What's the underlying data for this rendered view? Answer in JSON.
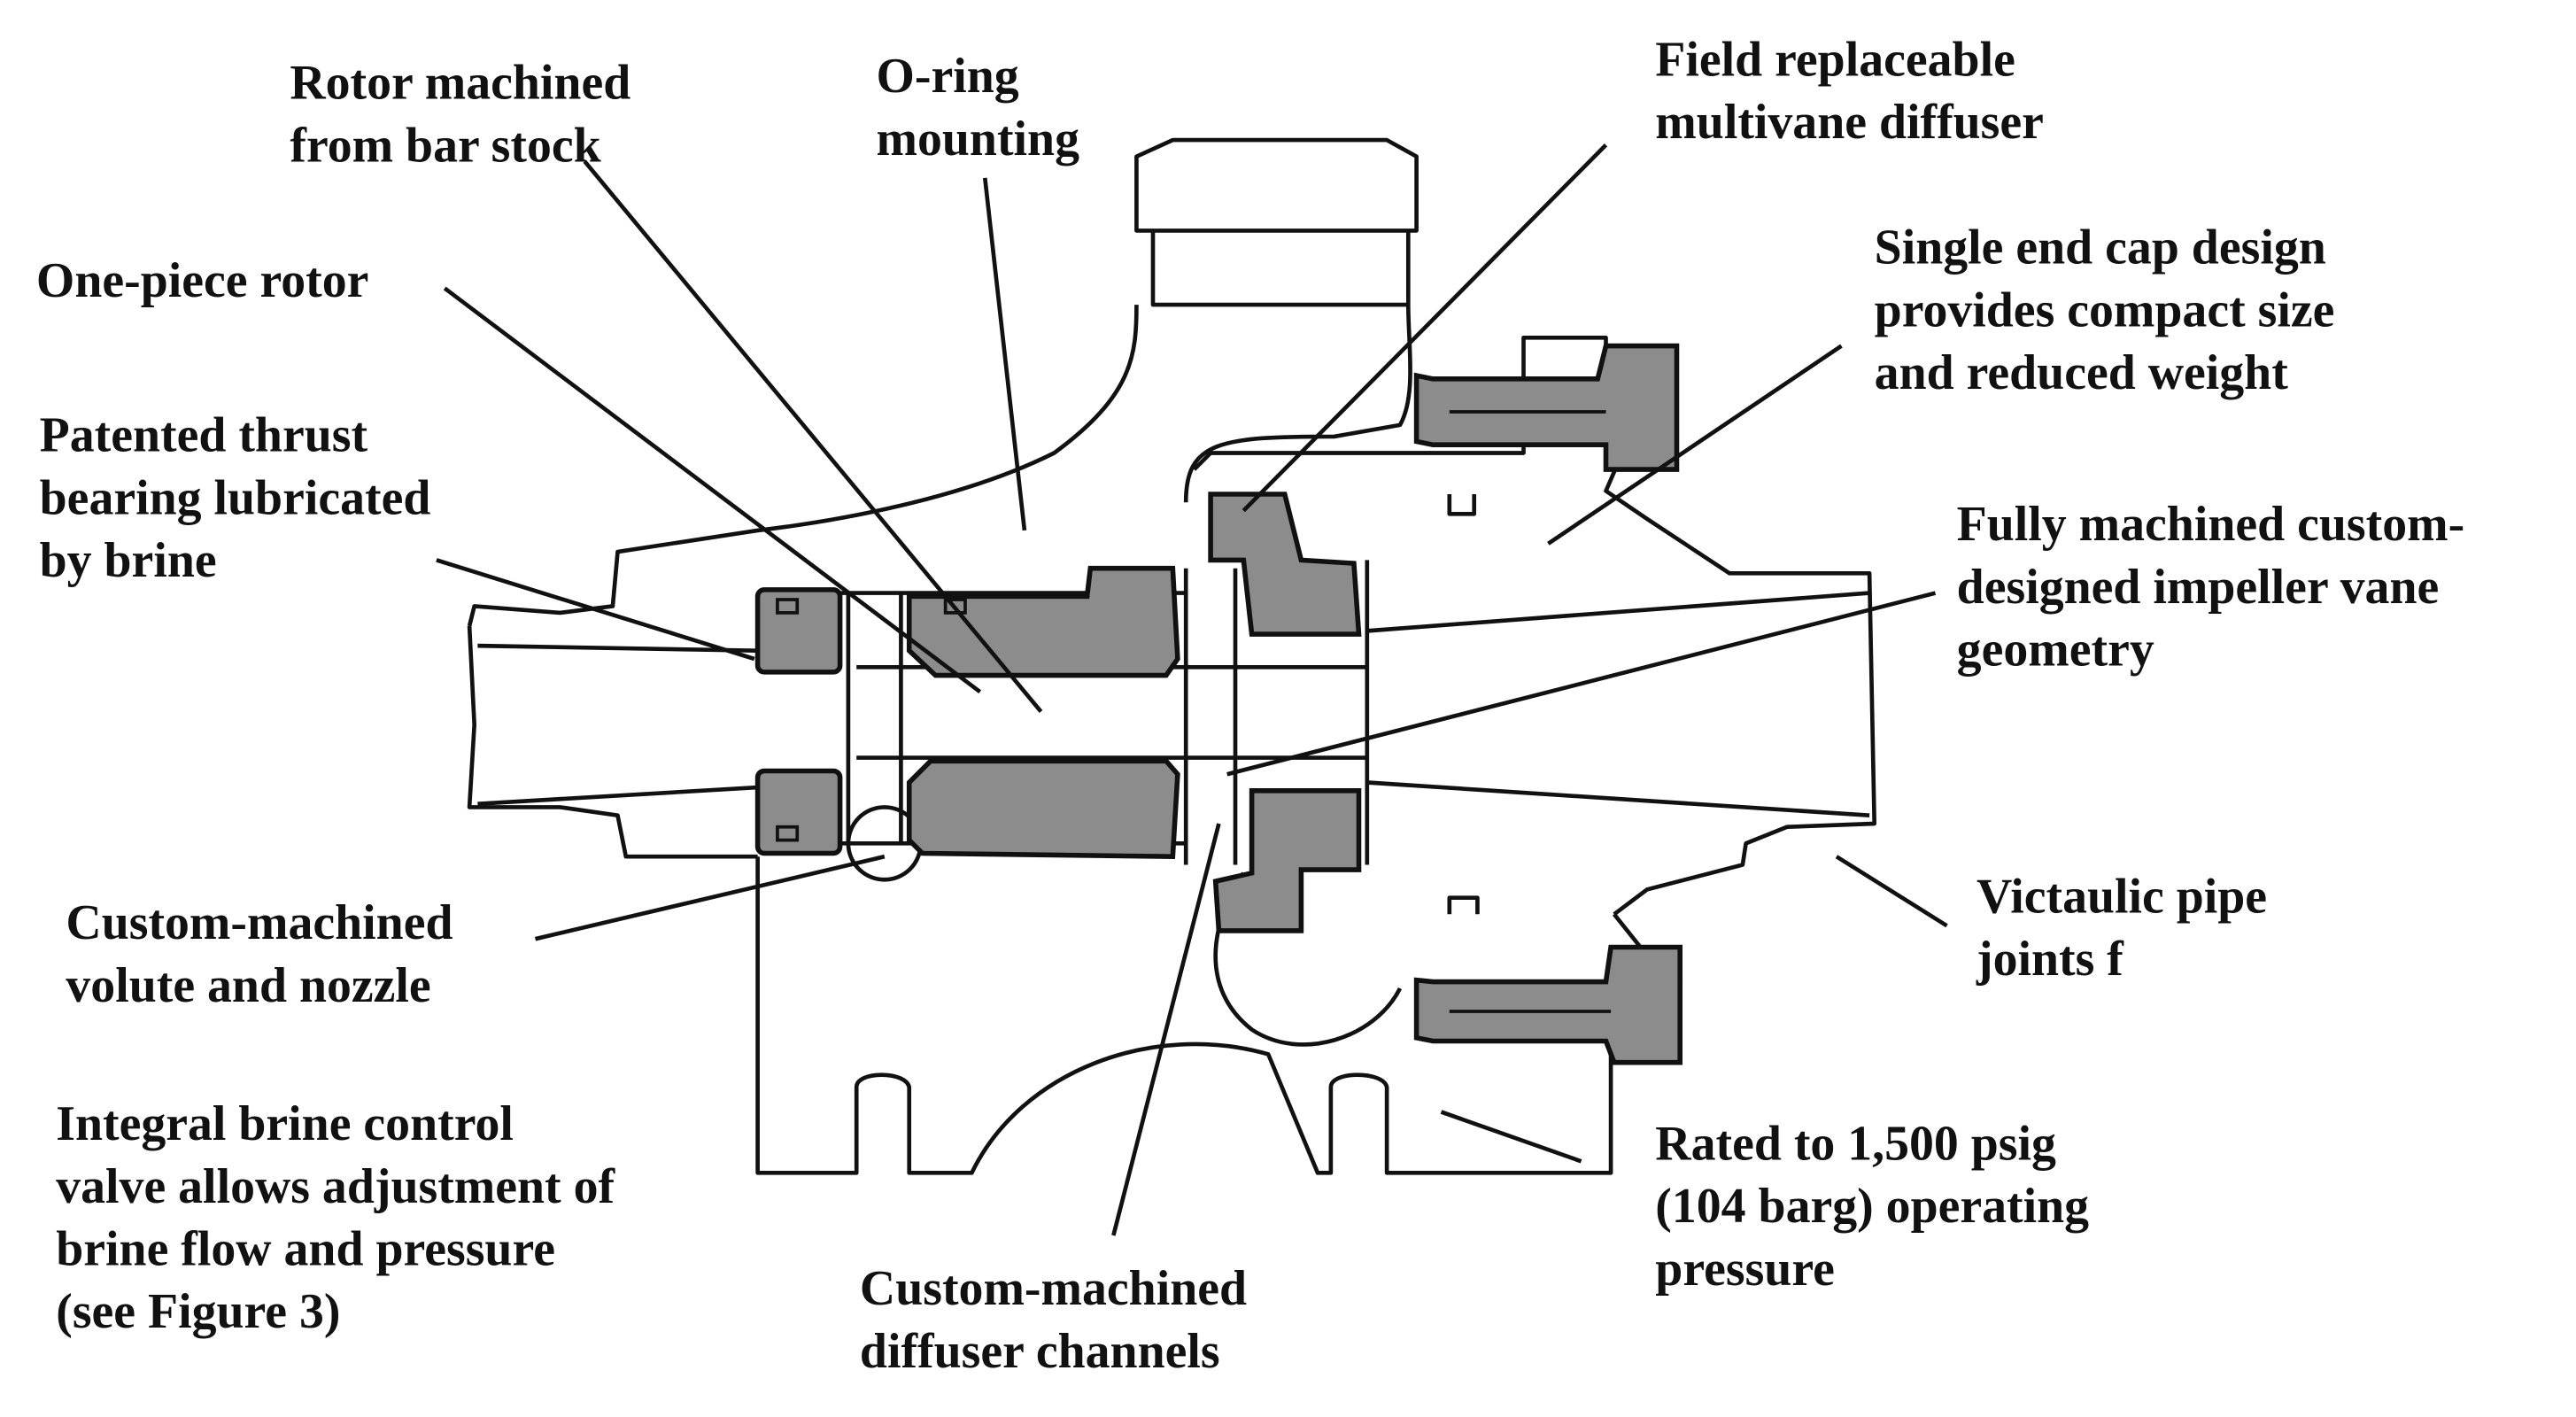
{
  "labels": {
    "rotor_machined": [
      "Rotor machined",
      "from bar stock"
    ],
    "o_ring": [
      "O-ring",
      "mounting"
    ],
    "field_replaceable": [
      "Field replaceable",
      "multivane diffuser"
    ],
    "one_piece_rotor": [
      "One-piece rotor"
    ],
    "single_end_cap": [
      "Single end cap design",
      "provides  compact size",
      "and reduced weight"
    ],
    "patented_thrust": [
      "Patented thrust",
      "bearing lubricated",
      "by brine"
    ],
    "fully_machined": [
      "Fully machined custom-",
      "designed impeller vane",
      "geometry"
    ],
    "custom_volute": [
      "Custom-machined",
      "volute and nozzle"
    ],
    "victaulic": [
      "Victaulic pipe",
      "joints f"
    ],
    "integral_valve": [
      "Integral brine control",
      "valve allows adjustment of",
      "brine flow and pressure",
      "(see Figure 3)"
    ],
    "rated": [
      "Rated to 1,500 psig",
      "(104 barg) operating",
      "pressure"
    ],
    "custom_diffuser": [
      "Custom-machined",
      "diffuser channels"
    ]
  },
  "colors": {
    "ink": "#111111",
    "part_fill": "#8c8c8c",
    "background": "#ffffff"
  }
}
